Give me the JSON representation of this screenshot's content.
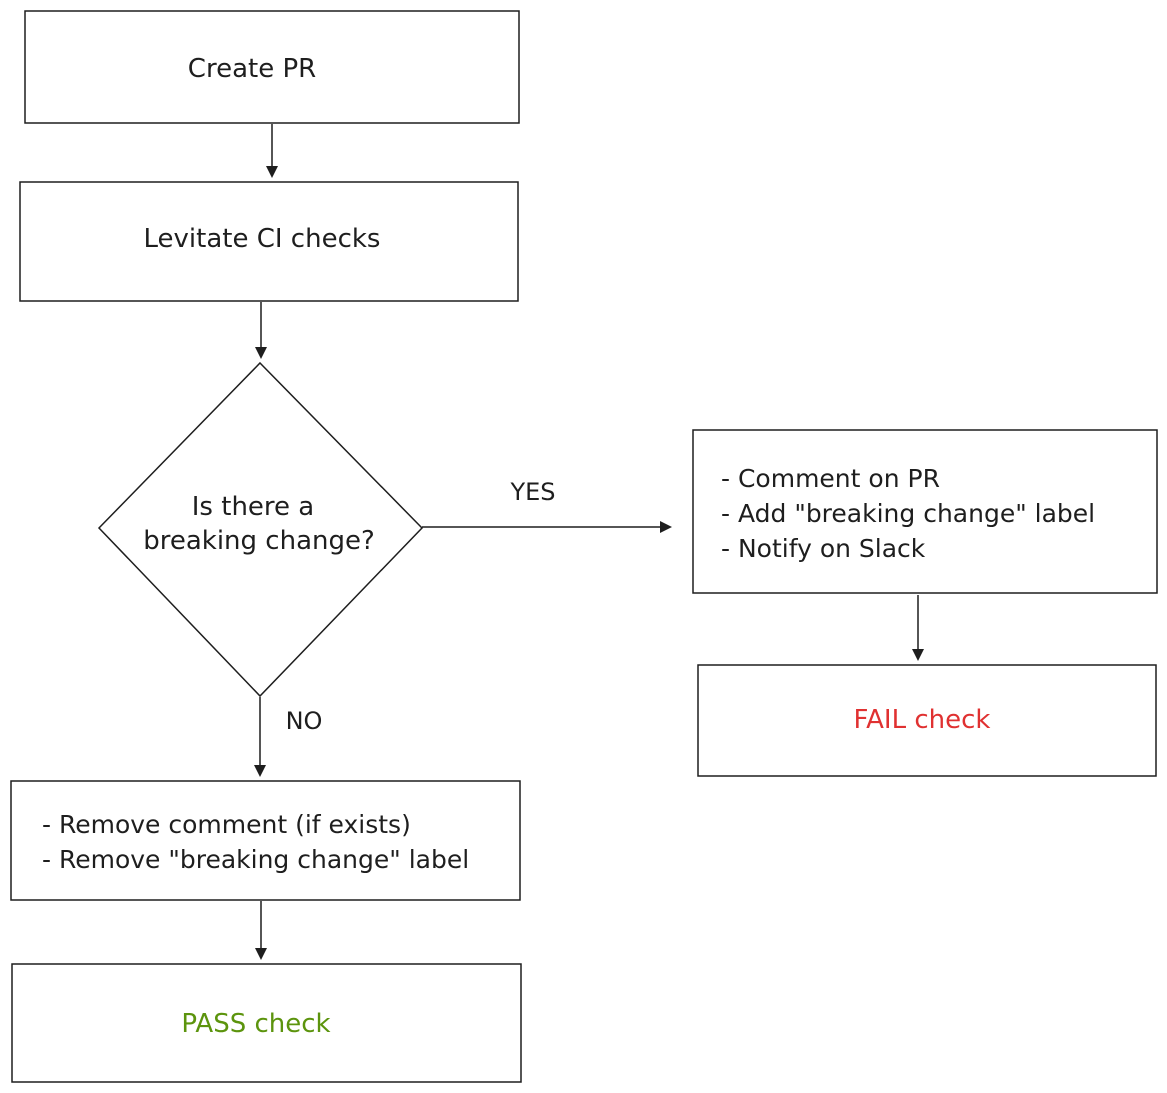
{
  "diagram": {
    "nodes": {
      "create_pr": {
        "label": "Create PR"
      },
      "ci_checks": {
        "label": "Levitate CI checks"
      },
      "decision": {
        "lines": [
          "Is there a",
          "breaking change?"
        ]
      },
      "yes_actions": {
        "lines": [
          "- Comment on PR",
          "- Add \"breaking change\" label",
          "- Notify on Slack"
        ]
      },
      "fail": {
        "label": "FAIL check"
      },
      "no_actions": {
        "lines": [
          "- Remove comment (if exists)",
          "- Remove \"breaking change\" label"
        ]
      },
      "pass": {
        "label": "PASS check"
      }
    },
    "edges": {
      "yes_label": "YES",
      "no_label": "NO"
    }
  },
  "colors": {
    "stroke": "#1e1e1e",
    "fail_text": "#e03131",
    "pass_text": "#5c940d",
    "background": "#ffffff"
  }
}
